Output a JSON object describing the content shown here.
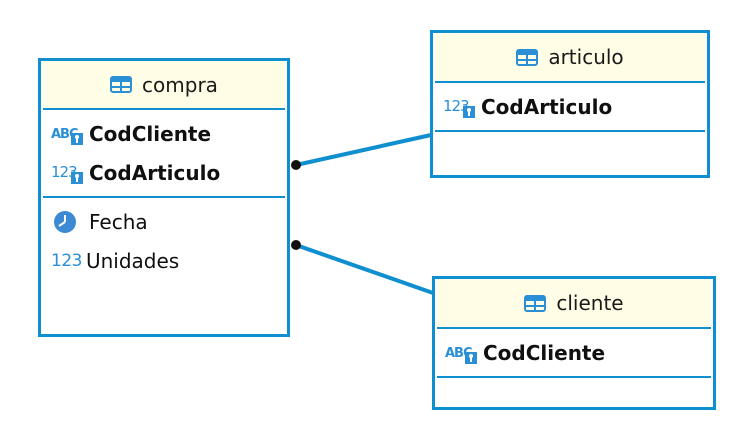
{
  "diagram": {
    "colors": {
      "border": "#0f8fd0",
      "header_bg": "#fffde6",
      "connector": "#0f8fd0",
      "clock_icon": "#3c8ad4"
    },
    "entities": {
      "compra": {
        "name": "compra",
        "key_attributes": [
          {
            "name": "CodCliente",
            "icon": "abc-key-icon"
          },
          {
            "name": "CodArticulo",
            "icon": "num-key-icon"
          }
        ],
        "attributes": [
          {
            "name": "Fecha",
            "icon": "clock-icon"
          },
          {
            "name": "Unidades",
            "icon": "num-icon"
          }
        ]
      },
      "articulo": {
        "name": "articulo",
        "key_attributes": [
          {
            "name": "CodArticulo",
            "icon": "num-key-icon"
          }
        ]
      },
      "cliente": {
        "name": "cliente",
        "key_attributes": [
          {
            "name": "CodCliente",
            "icon": "abc-key-icon"
          }
        ]
      }
    },
    "relationships": [
      {
        "from": "compra",
        "to": "articulo",
        "via": "CodArticulo"
      },
      {
        "from": "compra",
        "to": "cliente",
        "via": "CodCliente"
      }
    ]
  },
  "icon_text": {
    "numeric": "123",
    "string": "ABC"
  }
}
